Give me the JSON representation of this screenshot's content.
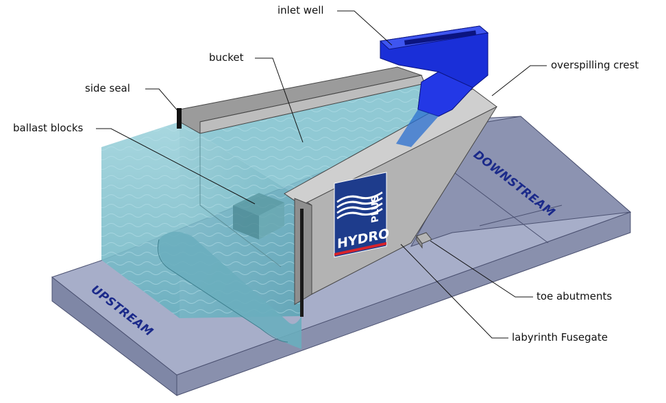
{
  "labels": {
    "inlet_well": "inlet well",
    "bucket": "bucket",
    "side_seal": "side seal",
    "ballast_blocks": "ballast blocks",
    "overspilling_crest": "overspilling crest",
    "toe_abutments": "toe abutments",
    "labyrinth_fusegate": "labyrinth Fusegate"
  },
  "floor": {
    "upstream": "UPSTREAM",
    "downstream": "DOWNSTREAM"
  },
  "logo": {
    "line1": "HYDRO",
    "line2": "PLUS"
  },
  "colors": {
    "water": "#6fb6c4",
    "concrete": "#a8a8a8",
    "floor_top": "#a7aec9",
    "floor_side": "#7f87a6",
    "inlet": "#1a2fd8",
    "logo_bg": "#1e3c8c",
    "floor_text": "#1b2a8a"
  }
}
